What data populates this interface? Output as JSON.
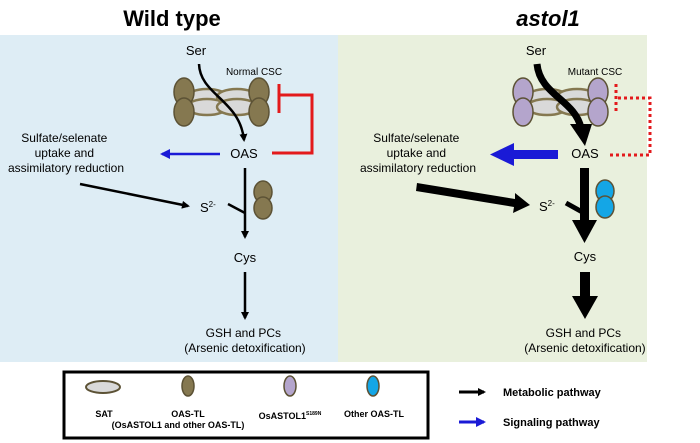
{
  "panels": {
    "left": {
      "title": "Wild type",
      "ser": "Ser",
      "csc_label": "Normal CSC",
      "oas": "OAS",
      "sulfate_lines": [
        "Sulfate/selenate",
        "uptake and",
        "assimilatory reduction"
      ],
      "sulfide": "S",
      "sulfide_sup": "2-",
      "cys": "Cys",
      "product_lines": [
        "GSH and PCs",
        "(Arsenic detoxification)"
      ],
      "background": "#deedf5",
      "subunit_color": "#857850"
    },
    "right": {
      "title": "astol1",
      "ser": "Ser",
      "csc_label": "Mutant CSC",
      "oas": "OAS",
      "sulfate_lines": [
        "Sulfate/selenate",
        "uptake and",
        "assimilatory reduction"
      ],
      "sulfide": "S",
      "sulfide_sup": "2-",
      "cys": "Cys",
      "product_lines": [
        "GSH and PCs",
        "(Arsenic detoxification)"
      ],
      "background": "#e9f0dd",
      "subunit_color": "#b4a5cc",
      "other_oastl_color": "#14a6e6"
    }
  },
  "legend": {
    "items": [
      {
        "label": "SAT",
        "sublabel": "",
        "color": "#d9d9d9"
      },
      {
        "label": "OAS-TL",
        "sublabel": "(OsASTOL1 and other OAS-TL)",
        "color": "#857850"
      },
      {
        "label": "OsASTOL1",
        "sup": "S189N",
        "sublabel": "",
        "color": "#b4a5cc"
      },
      {
        "label": "Other OAS-TL",
        "sublabel": "",
        "color": "#14a6e6"
      }
    ],
    "arrows": [
      {
        "label": "Metabolic pathway",
        "color": "#000000"
      },
      {
        "label": "Signaling pathway",
        "color": "#1a1ad6"
      }
    ]
  },
  "colors": {
    "inhibition": "#e31a1c",
    "signal": "#1a1ad6",
    "metabolic": "#000000"
  }
}
